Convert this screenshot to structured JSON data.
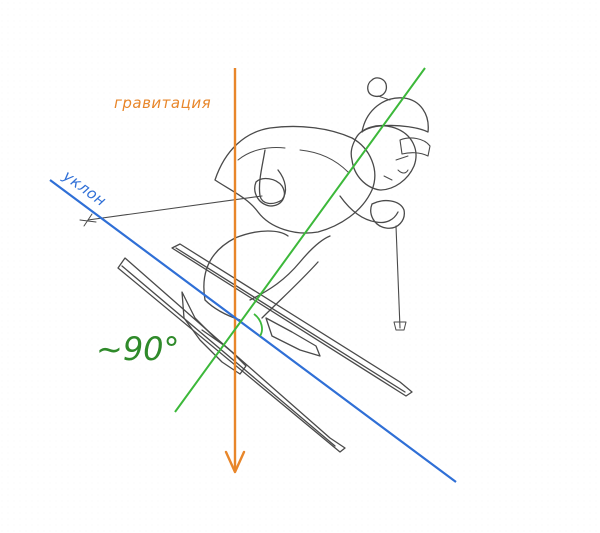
{
  "labels": {
    "gravity": "гравитация",
    "slope": "уклон",
    "angle": "~90°"
  },
  "colors": {
    "gravity": "#e8862a",
    "slope": "#2f6fd6",
    "perpendicular": "#3cb83a",
    "angle_text": "#2f8a2a",
    "sketch": "#4a4a4a"
  }
}
